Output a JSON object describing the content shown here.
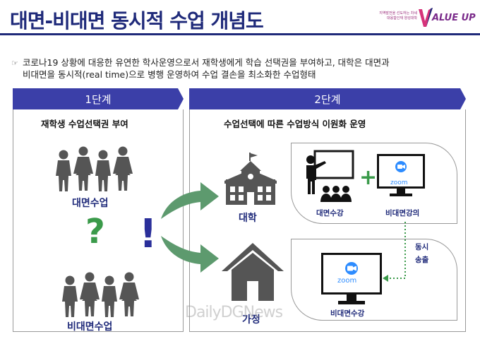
{
  "header": {
    "title": "대면-비대면 동시적 수업 개념도",
    "brand_tag": "지역발전을 선도하는 차세대융합인재 양성대학",
    "brand_word": "ALUE UP"
  },
  "intro": {
    "line1": "코로나19 상황에 대응한 유연한 학사운영으로서 재학생에게 학습 선택권을 부여하고, 대학은 대면과",
    "line2": "비대면을 동시적(real time)으로 병행 운영하여 수업 결손을 최소화한 수업형태"
  },
  "stage1": {
    "label": "1단계",
    "heading": "재학생 수업선택권 부여",
    "group_top_label": "대면수업",
    "question_mark": "?",
    "group_bottom_label": "비대면수업"
  },
  "stage2": {
    "label": "2단계",
    "heading": "수업선택에 따른 수업방식 이원화 운영",
    "exclamation_mark": "!",
    "university_label": "대학",
    "home_label": "가정",
    "plus_sign": "+",
    "face_to_face_label": "대면수강",
    "remote_lecture_label": "비대면강의",
    "remote_attend_label": "비대면수강",
    "broadcast_label_1": "동시",
    "broadcast_label_2": "송출",
    "zoom_text": "zoom"
  },
  "watermark": "DailyDGNews",
  "colors": {
    "navy": "#1f2a7a",
    "stage_bar": "#3b3fa8",
    "people_gray": "#555555",
    "arrow_green": "#5d9a6e",
    "zoom_blue": "#2d8cff",
    "plus_green": "#3a9a4a",
    "dotted_green": "#3a9a4a",
    "exclaim_blue": "#2a2f9a",
    "question_green": "#3a9a4a"
  }
}
